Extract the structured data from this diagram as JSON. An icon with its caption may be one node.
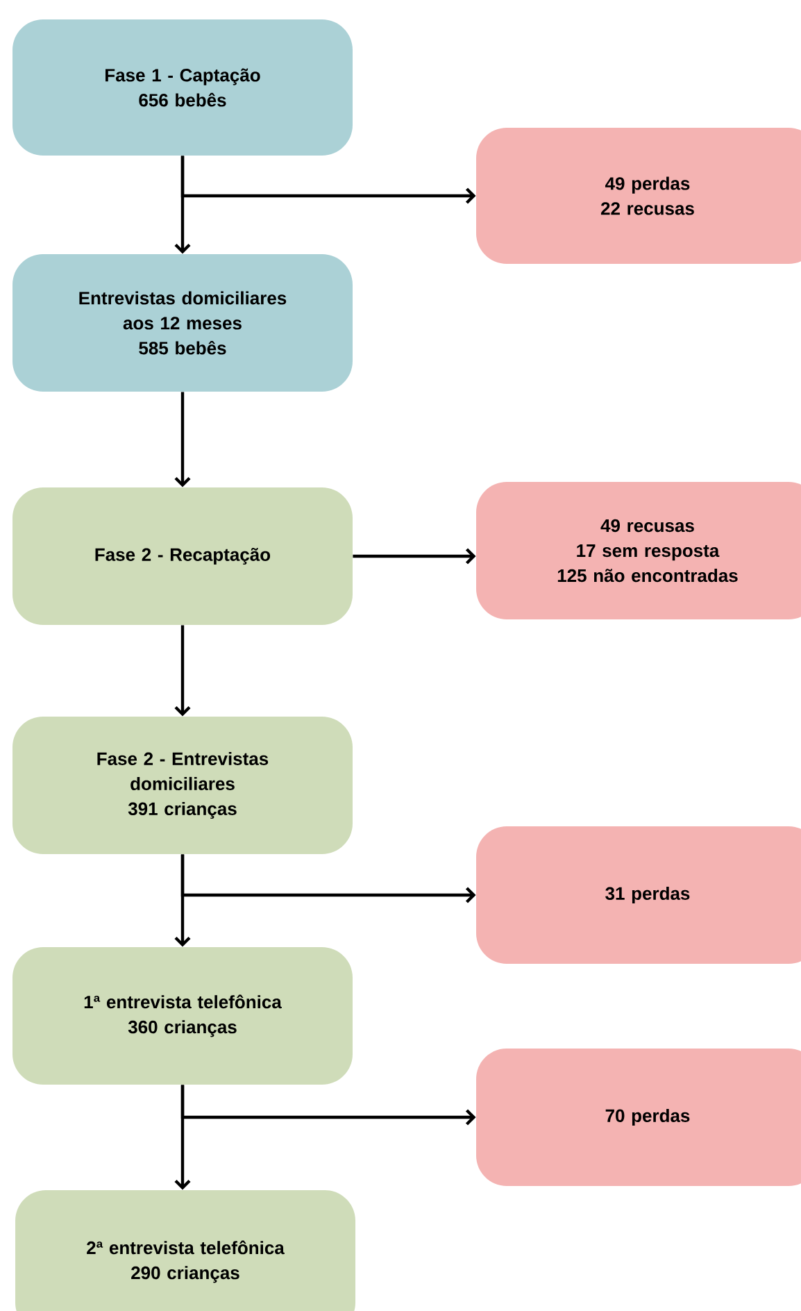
{
  "diagram": {
    "nodes": [
      {
        "text": [
          "Fase 1 - Captação",
          "656 bebês"
        ]
      },
      {
        "text": [
          "49 perdas",
          "22 recusas"
        ]
      },
      {
        "text": [
          "Entrevistas domiciliares aos 12 meses",
          "585 bebês"
        ]
      },
      {
        "text": [
          "Fase 2 - Recaptação"
        ]
      },
      {
        "text": [
          "49 recusas",
          "17 sem resposta",
          "125 não encontradas"
        ]
      },
      {
        "text": [
          "Fase 2 - Entrevistas domiciliares",
          "391 crianças"
        ]
      },
      {
        "text": [
          "31 perdas"
        ]
      },
      {
        "text": [
          "1ª entrevista telefônica",
          "360 crianças"
        ]
      },
      {
        "text": [
          "70 perdas"
        ]
      },
      {
        "text": [
          "2ª entrevista telefônica",
          "290 crianças"
        ]
      }
    ],
    "edges": [
      {
        "from": 0,
        "to": 2,
        "arrow": "to"
      },
      {
        "from": 0,
        "to": 1,
        "arrow": "to"
      },
      {
        "from": 2,
        "to": 3,
        "arrow": "to"
      },
      {
        "from": 3,
        "to": 4,
        "arrow": "to"
      },
      {
        "from": 3,
        "to": 5,
        "arrow": "to"
      },
      {
        "from": 5,
        "to": 7,
        "arrow": "to"
      },
      {
        "from": 5,
        "to": 6,
        "arrow": "to"
      },
      {
        "from": 7,
        "to": 9,
        "arrow": "to"
      },
      {
        "from": 7,
        "to": 8,
        "arrow": "to"
      }
    ]
  }
}
